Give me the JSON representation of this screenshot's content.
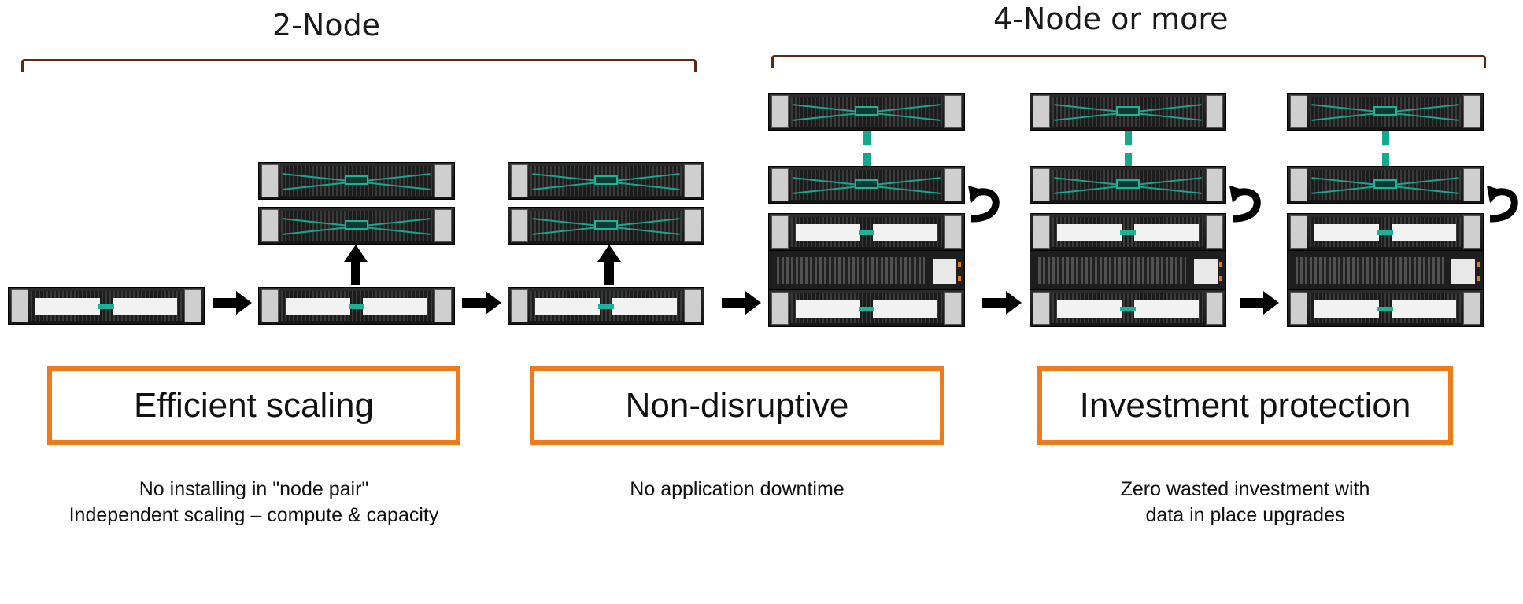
{
  "groups": {
    "two_node": {
      "title": "2-Node"
    },
    "four_node": {
      "title": "4-Node or more"
    }
  },
  "benefits": [
    {
      "title": "Efficient scaling",
      "lines": [
        "No installing in \"node pair\"",
        "Independent scaling – compute & capacity"
      ]
    },
    {
      "title": "Non-disruptive",
      "lines": [
        "No application downtime"
      ]
    },
    {
      "title": "Investment protection",
      "lines": [
        "Zero wasted investment with",
        "data in place upgrades"
      ]
    }
  ],
  "colors": {
    "bracket": "#5a2a12",
    "box_border": "#ec7c1b",
    "connector": "#14a88d"
  },
  "icons": [
    "server-node",
    "storage-controller",
    "network-switch",
    "arrow-right",
    "arrow-up",
    "curved-arrow",
    "dashed-connector"
  ]
}
